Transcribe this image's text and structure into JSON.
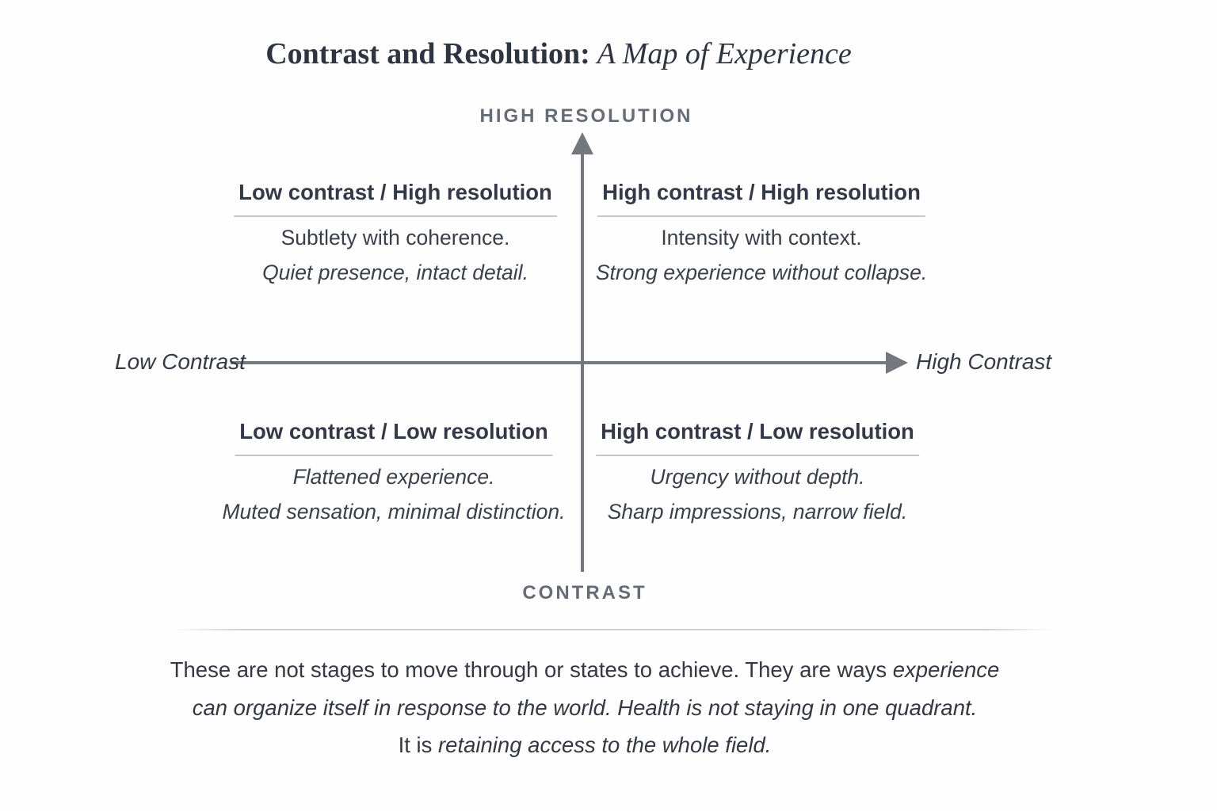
{
  "page": {
    "title_main": "Contrast and Resolution:",
    "title_sub": " A Map of Experience"
  },
  "axes": {
    "top_label": "HIGH RESOLUTION",
    "bottom_label": "CONTRAST",
    "left_label": "Low Contrast",
    "right_label": "High Contrast"
  },
  "quadrants": {
    "top_left": {
      "heading": "Low contrast / High resolution",
      "line1": "Subtlety with coherence.",
      "line2": "Quiet presence, intact detail."
    },
    "top_right": {
      "heading": "High contrast / High resolution",
      "line1": "Intensity with context.",
      "line2": "Strong experience without collapse."
    },
    "bottom_left": {
      "heading": "Low contrast / Low resolution",
      "line1": "Flattened experience.",
      "line2": "Muted sensation, minimal distinction."
    },
    "bottom_right": {
      "heading": "High contrast / Low resolution",
      "line1": "Urgency without depth.",
      "line2": "Sharp impressions, narrow field."
    }
  },
  "footer": {
    "line1_a": "These are not stages to move through or states to achieve. They are ways ",
    "line1_b": "experience",
    "line2": "can organize itself in response to the world. Health is not staying in one quadrant.",
    "line3_a": "It is ",
    "line3_b": "retaining access to the whole field."
  },
  "colors": {
    "text_dark": "#333947",
    "label_gray": "#666c75",
    "axis_gray": "#73777e"
  }
}
